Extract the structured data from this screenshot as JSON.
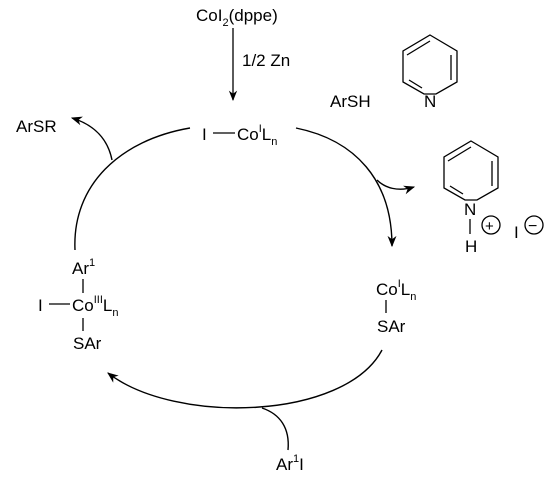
{
  "reagent": {
    "complex": "CoI",
    "complex_sub": "2",
    "complex_tail": "(dppe)",
    "reductant": "1/2 Zn"
  },
  "cycle": {
    "top": {
      "halide": "I",
      "metal": "Co",
      "ox": "I",
      "ligand": "L",
      "ligand_sub": "n"
    },
    "right": {
      "metal": "Co",
      "ox": "I",
      "ligand": "L",
      "ligand_sub": "n",
      "thiolate": "SAr"
    },
    "left": {
      "aryl": "Ar",
      "aryl_sup": "1",
      "halide": "I",
      "metal": "Co",
      "ox": "III",
      "ligand": "L",
      "ligand_sub": "n",
      "thiolate": "SAr"
    }
  },
  "inputs": {
    "thiol": "ArSH",
    "pyridine_N": "N",
    "aryl_halide": "Ar",
    "aryl_halide_sup": "1",
    "aryl_halide_tail": "I"
  },
  "outputs": {
    "product": "ArSR",
    "pyridinium_N": "N",
    "pyridinium_H": "H",
    "plus_sign": "+",
    "counter_ion": "I",
    "minus_sign": "−"
  }
}
